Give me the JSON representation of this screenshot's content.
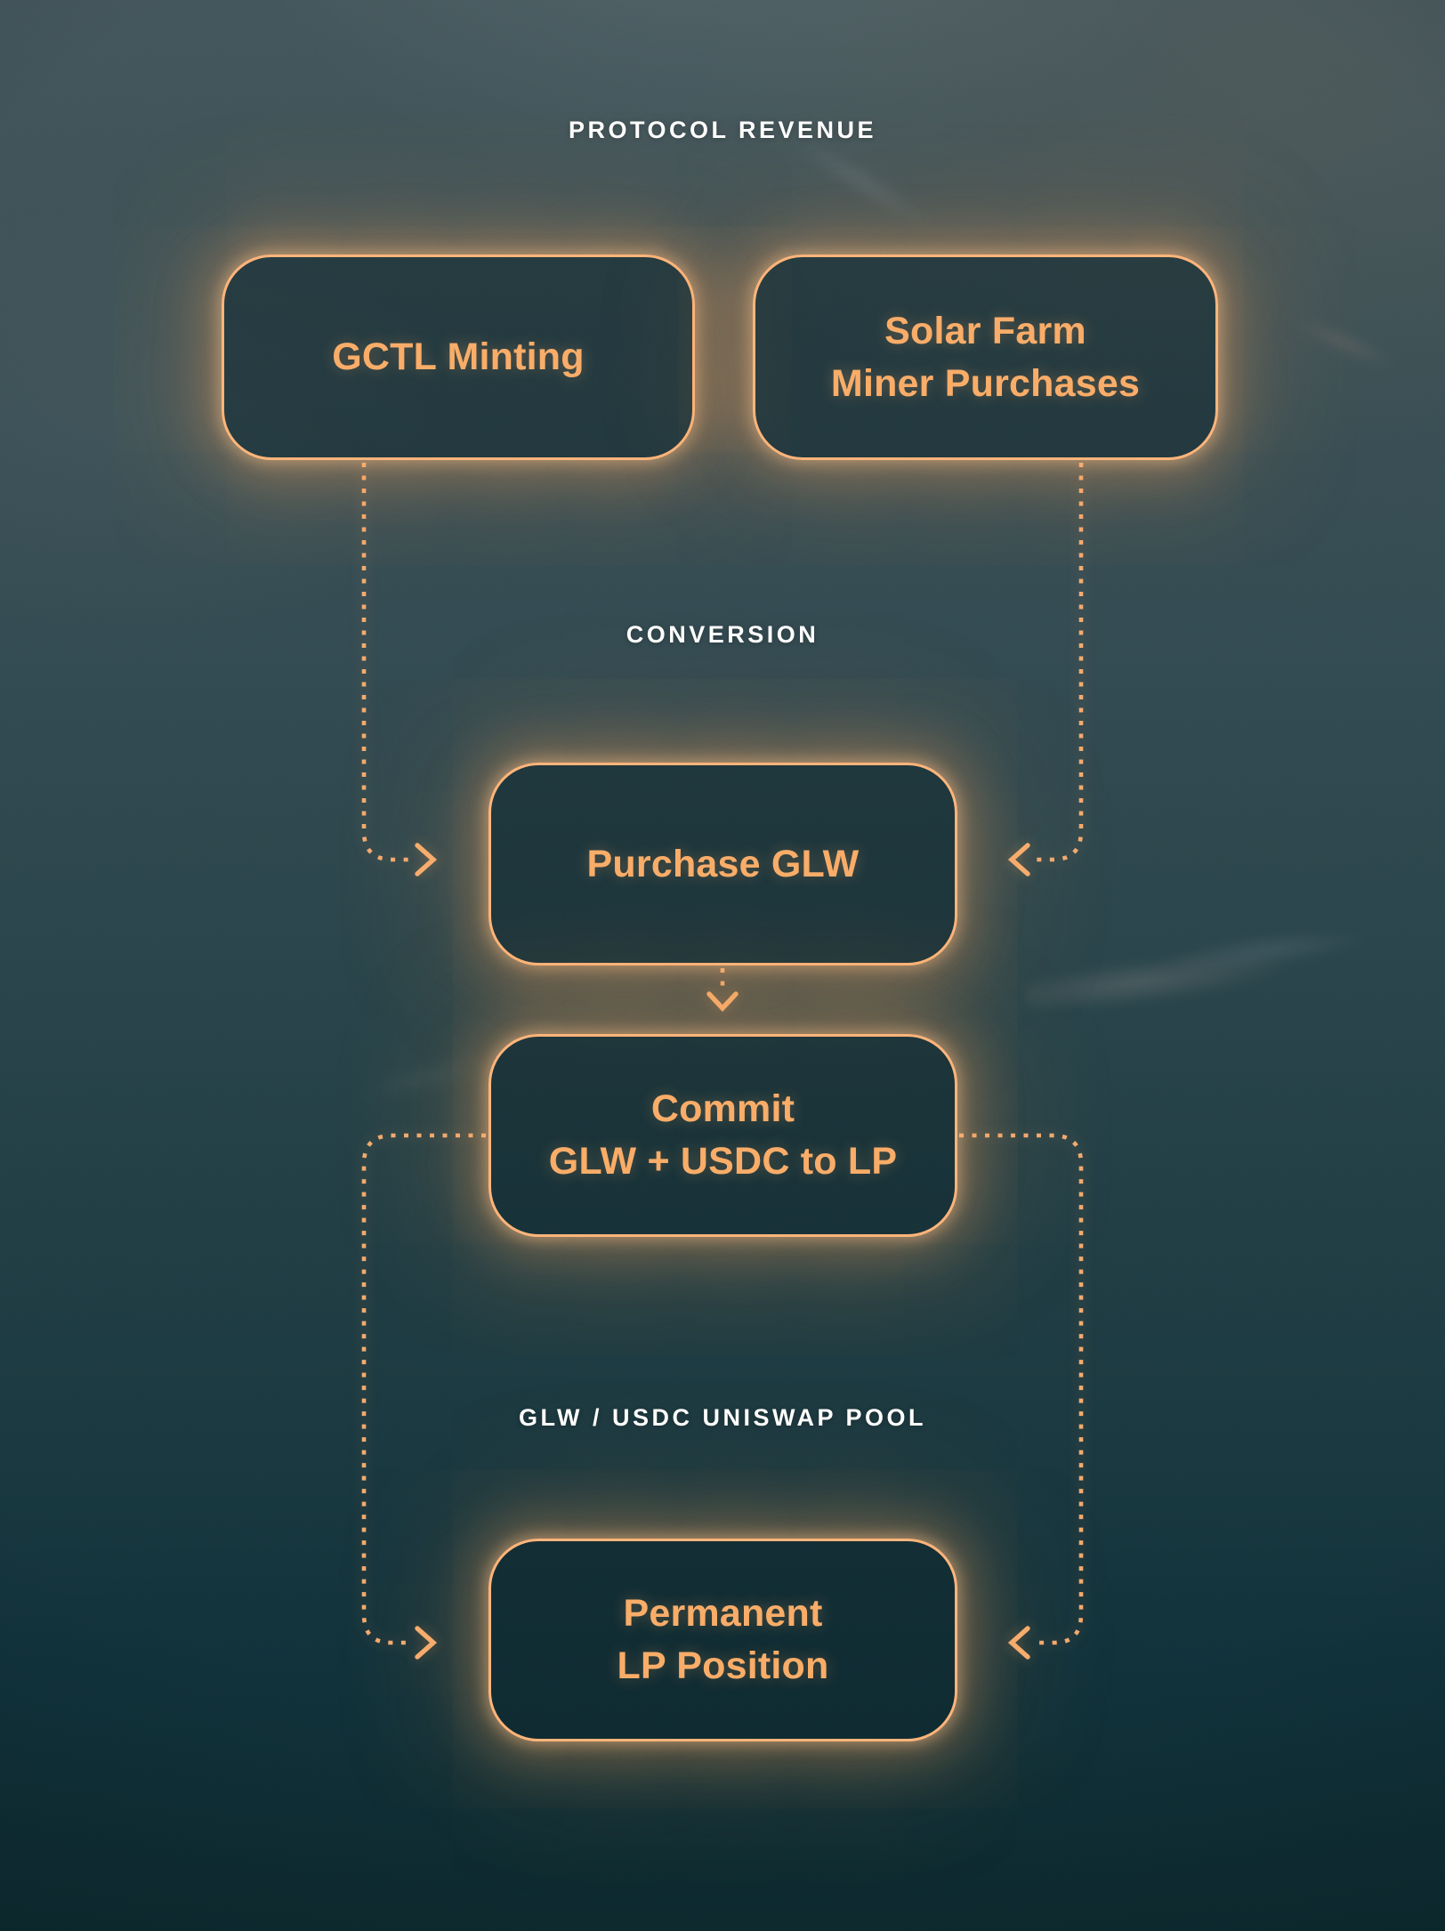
{
  "labels": {
    "protocol_revenue": "PROTOCOL REVENUE",
    "conversion": "CONVERSION",
    "pool": "GLW / USDC UNISWAP POOL"
  },
  "nodes": {
    "gctl": {
      "label": "GCTL Minting"
    },
    "solar": {
      "line1": "Solar Farm",
      "line2": "Miner Purchases"
    },
    "purchase": {
      "label": "Purchase GLW"
    },
    "commit": {
      "line1": "Commit",
      "line2": "GLW + USDC to LP"
    },
    "lp": {
      "line1": "Permanent",
      "line2": "LP Position"
    }
  },
  "colors": {
    "node_border": "#FFB377",
    "node_text": "#F9AB66",
    "connector": "#F3A96D",
    "stage_label_text": "#FFFFFF",
    "background_top": "#43555A",
    "background_bottom": "#0D2A2F"
  },
  "icons": {
    "arrow_style": "dotted-line-with-chevron"
  }
}
